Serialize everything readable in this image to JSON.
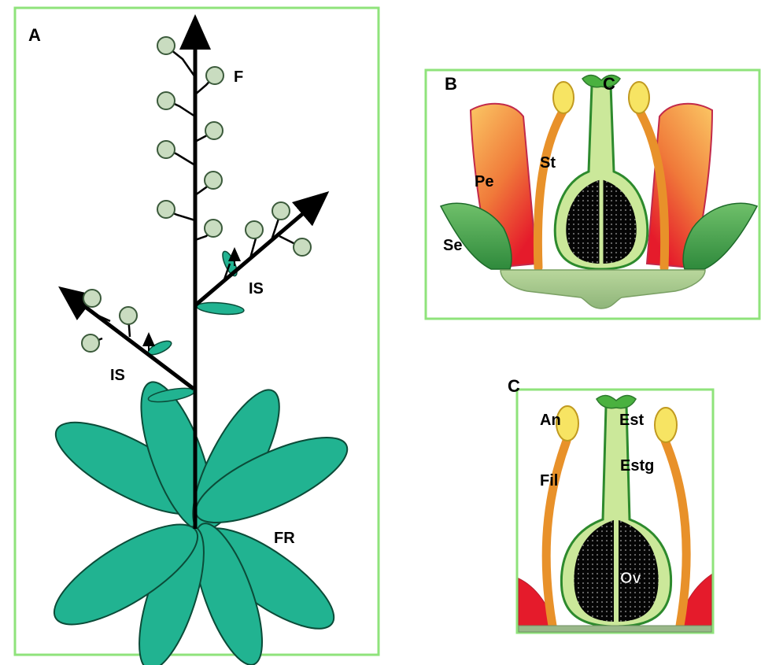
{
  "panels": {
    "a": {
      "letter": "A",
      "labels": {
        "flower": "F",
        "inflorescence_upper": "IS",
        "inflorescence_lower": "IS",
        "rosette": "FR"
      }
    },
    "b": {
      "letter": "B",
      "ref_letter": "C",
      "labels": {
        "stamen": "St",
        "petal": "Pe",
        "sepal": "Se"
      }
    },
    "c": {
      "letter": "C",
      "labels": {
        "anther": "An",
        "stigma": "Est",
        "style": "Estg",
        "filament": "Fil",
        "ovary": "Ov"
      }
    }
  },
  "colors": {
    "frame": "#8fe37b",
    "leaf": "#21b391",
    "flower_bud": "#c9dcc0",
    "stem": "#000000",
    "carpel_green": "#4ab13f",
    "carpel_light": "#cbe89a",
    "anther": "#f7e463",
    "filament": "#f0a020",
    "petal_top": "#f6a43a",
    "petal_bottom": "#e8212a",
    "sepal": "#3a9a45",
    "receptacle": "#a9c88a"
  }
}
